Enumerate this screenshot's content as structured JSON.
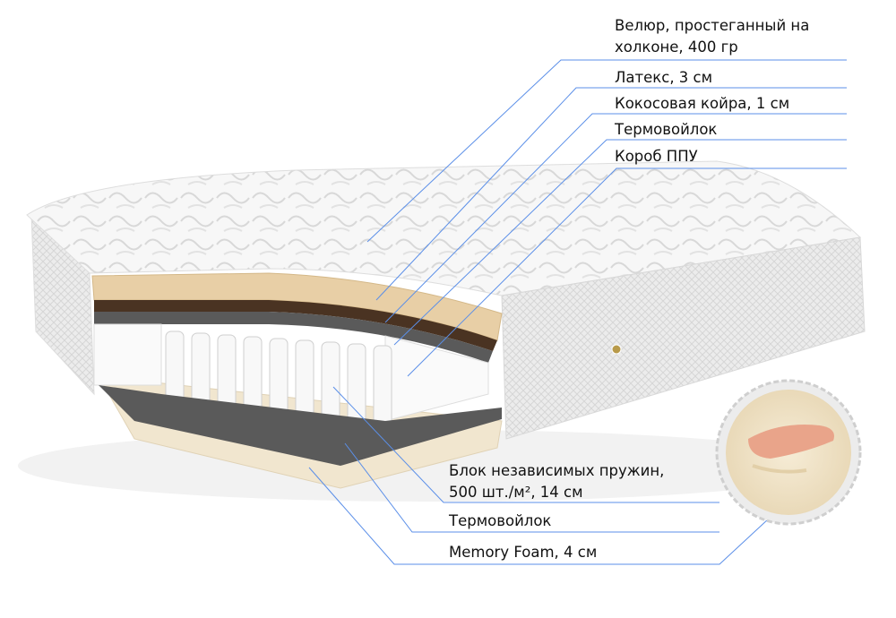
{
  "labels_top": [
    {
      "line1": "Велюр, простеганный на",
      "line2": "холконе, 400 гр"
    },
    {
      "text": "Латекс, 3 см"
    },
    {
      "text": "Кокосовая койра, 1 см"
    },
    {
      "text": "Термовойлок"
    },
    {
      "text": "Короб ППУ"
    }
  ],
  "labels_bottom": [
    {
      "line1": "Блок независимых пружин,",
      "line2": "500 шт./м², 14 см"
    },
    {
      "text": "Термовойлок"
    },
    {
      "text": "Memory Foam, 4 см"
    }
  ],
  "colors": {
    "leader_line": "#5b8fe8",
    "latex": "#e8cfa6",
    "coir": "#4a3322",
    "felt": "#555555",
    "memory_foam": "#f1e6cf",
    "cover": "#f4f4f4"
  }
}
